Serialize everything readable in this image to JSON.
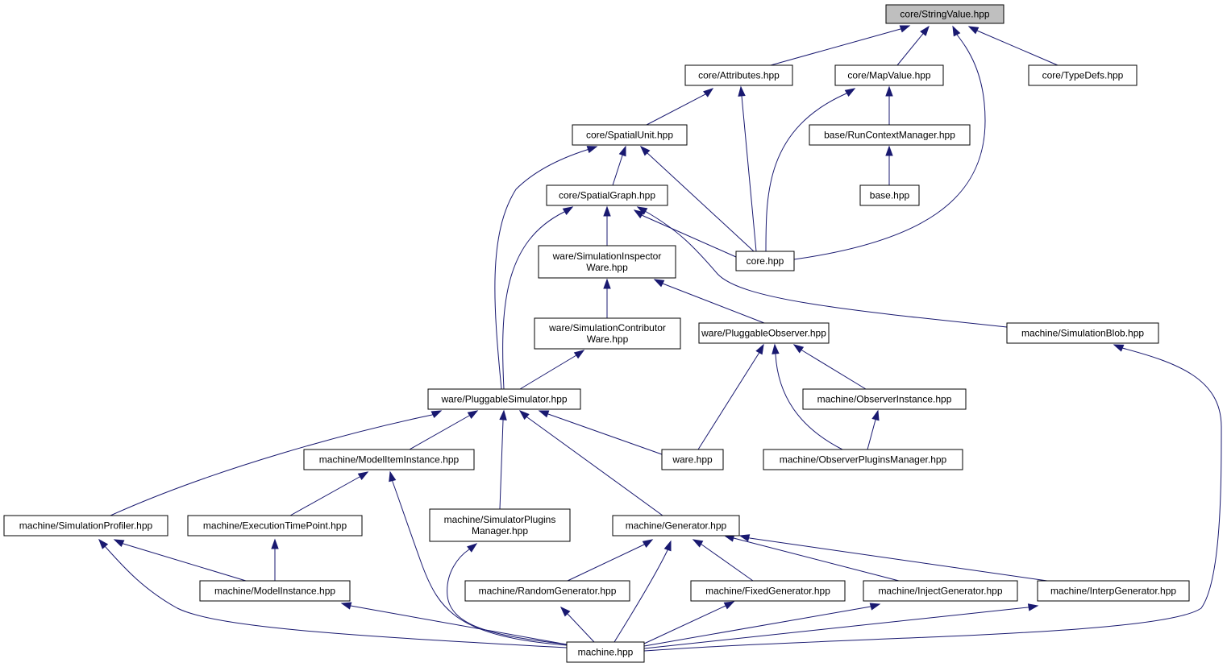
{
  "graph": {
    "title": "",
    "edge_color": "#191970",
    "root_fill": "#bfbfbf",
    "nodes": [
      {
        "id": "stringvalue",
        "lines": [
          "core/StringValue.hpp"
        ],
        "root": true
      },
      {
        "id": "attributes",
        "lines": [
          "core/Attributes.hpp"
        ]
      },
      {
        "id": "mapvalue",
        "lines": [
          "core/MapValue.hpp"
        ]
      },
      {
        "id": "typedefs",
        "lines": [
          "core/TypeDefs.hpp"
        ]
      },
      {
        "id": "spatialunit",
        "lines": [
          "core/SpatialUnit.hpp"
        ]
      },
      {
        "id": "runcontext",
        "lines": [
          "base/RunContextManager.hpp"
        ]
      },
      {
        "id": "spatialgraph",
        "lines": [
          "core/SpatialGraph.hpp"
        ]
      },
      {
        "id": "basehpp",
        "lines": [
          "base.hpp"
        ]
      },
      {
        "id": "corehpp",
        "lines": [
          "core.hpp"
        ]
      },
      {
        "id": "siminspector",
        "lines": [
          "ware/SimulationInspector",
          "Ware.hpp"
        ]
      },
      {
        "id": "simcontributor",
        "lines": [
          "ware/SimulationContributor",
          "Ware.hpp"
        ]
      },
      {
        "id": "plugobserver",
        "lines": [
          "ware/PluggableObserver.hpp"
        ]
      },
      {
        "id": "simblob",
        "lines": [
          "machine/SimulationBlob.hpp"
        ]
      },
      {
        "id": "plugsimulator",
        "lines": [
          "ware/PluggableSimulator.hpp"
        ]
      },
      {
        "id": "observerinstance",
        "lines": [
          "machine/ObserverInstance.hpp"
        ]
      },
      {
        "id": "modeliteminstance",
        "lines": [
          "machine/ModelItemInstance.hpp"
        ]
      },
      {
        "id": "warehpp",
        "lines": [
          "ware.hpp"
        ]
      },
      {
        "id": "observerplugins",
        "lines": [
          "machine/ObserverPluginsManager.hpp"
        ]
      },
      {
        "id": "simprofiler",
        "lines": [
          "machine/SimulationProfiler.hpp"
        ]
      },
      {
        "id": "exectimepoint",
        "lines": [
          "machine/ExecutionTimePoint.hpp"
        ]
      },
      {
        "id": "simplugins",
        "lines": [
          "machine/SimulatorPlugins",
          "Manager.hpp"
        ]
      },
      {
        "id": "generator",
        "lines": [
          "machine/Generator.hpp"
        ]
      },
      {
        "id": "modelinstance",
        "lines": [
          "machine/ModelInstance.hpp"
        ]
      },
      {
        "id": "randomgen",
        "lines": [
          "machine/RandomGenerator.hpp"
        ]
      },
      {
        "id": "fixedgen",
        "lines": [
          "machine/FixedGenerator.hpp"
        ]
      },
      {
        "id": "injectgen",
        "lines": [
          "machine/InjectGenerator.hpp"
        ]
      },
      {
        "id": "interpgen",
        "lines": [
          "machine/InterpGenerator.hpp"
        ]
      },
      {
        "id": "machinehpp",
        "lines": [
          "machine.hpp"
        ]
      }
    ],
    "edges": [
      {
        "from": "attributes",
        "to": "stringvalue"
      },
      {
        "from": "mapvalue",
        "to": "stringvalue"
      },
      {
        "from": "typedefs",
        "to": "stringvalue"
      },
      {
        "from": "corehpp",
        "to": "stringvalue"
      },
      {
        "from": "spatialunit",
        "to": "attributes"
      },
      {
        "from": "corehpp",
        "to": "attributes"
      },
      {
        "from": "runcontext",
        "to": "mapvalue"
      },
      {
        "from": "corehpp",
        "to": "mapvalue"
      },
      {
        "from": "basehpp",
        "to": "runcontext"
      },
      {
        "from": "spatialgraph",
        "to": "spatialunit"
      },
      {
        "from": "corehpp",
        "to": "spatialunit"
      },
      {
        "from": "plugsimulator",
        "to": "spatialunit"
      },
      {
        "from": "siminspector",
        "to": "spatialgraph"
      },
      {
        "from": "corehpp",
        "to": "spatialgraph"
      },
      {
        "from": "plugsimulator",
        "to": "spatialgraph"
      },
      {
        "from": "simblob",
        "to": "spatialgraph"
      },
      {
        "from": "simcontributor",
        "to": "siminspector"
      },
      {
        "from": "plugobserver",
        "to": "siminspector"
      },
      {
        "from": "plugsimulator",
        "to": "simcontributor"
      },
      {
        "from": "warehpp",
        "to": "plugobserver"
      },
      {
        "from": "observerinstance",
        "to": "plugobserver"
      },
      {
        "from": "observerplugins",
        "to": "plugobserver"
      },
      {
        "from": "observerplugins",
        "to": "observerinstance"
      },
      {
        "from": "machinehpp",
        "to": "simblob"
      },
      {
        "from": "simprofiler",
        "to": "plugsimulator"
      },
      {
        "from": "modeliteminstance",
        "to": "plugsimulator"
      },
      {
        "from": "simplugins",
        "to": "plugsimulator"
      },
      {
        "from": "generator",
        "to": "plugsimulator"
      },
      {
        "from": "warehpp",
        "to": "plugsimulator"
      },
      {
        "from": "exectimepoint",
        "to": "modeliteminstance"
      },
      {
        "from": "machinehpp",
        "to": "modeliteminstance"
      },
      {
        "from": "modelinstance",
        "to": "simprofiler"
      },
      {
        "from": "machinehpp",
        "to": "simprofiler"
      },
      {
        "from": "modelinstance",
        "to": "exectimepoint"
      },
      {
        "from": "machinehpp",
        "to": "modelinstance"
      },
      {
        "from": "machinehpp",
        "to": "simplugins"
      },
      {
        "from": "randomgen",
        "to": "generator"
      },
      {
        "from": "fixedgen",
        "to": "generator"
      },
      {
        "from": "injectgen",
        "to": "generator"
      },
      {
        "from": "interpgen",
        "to": "generator"
      },
      {
        "from": "machinehpp",
        "to": "generator"
      },
      {
        "from": "machinehpp",
        "to": "randomgen"
      },
      {
        "from": "machinehpp",
        "to": "fixedgen"
      },
      {
        "from": "machinehpp",
        "to": "injectgen"
      },
      {
        "from": "machinehpp",
        "to": "interpgen"
      }
    ]
  }
}
